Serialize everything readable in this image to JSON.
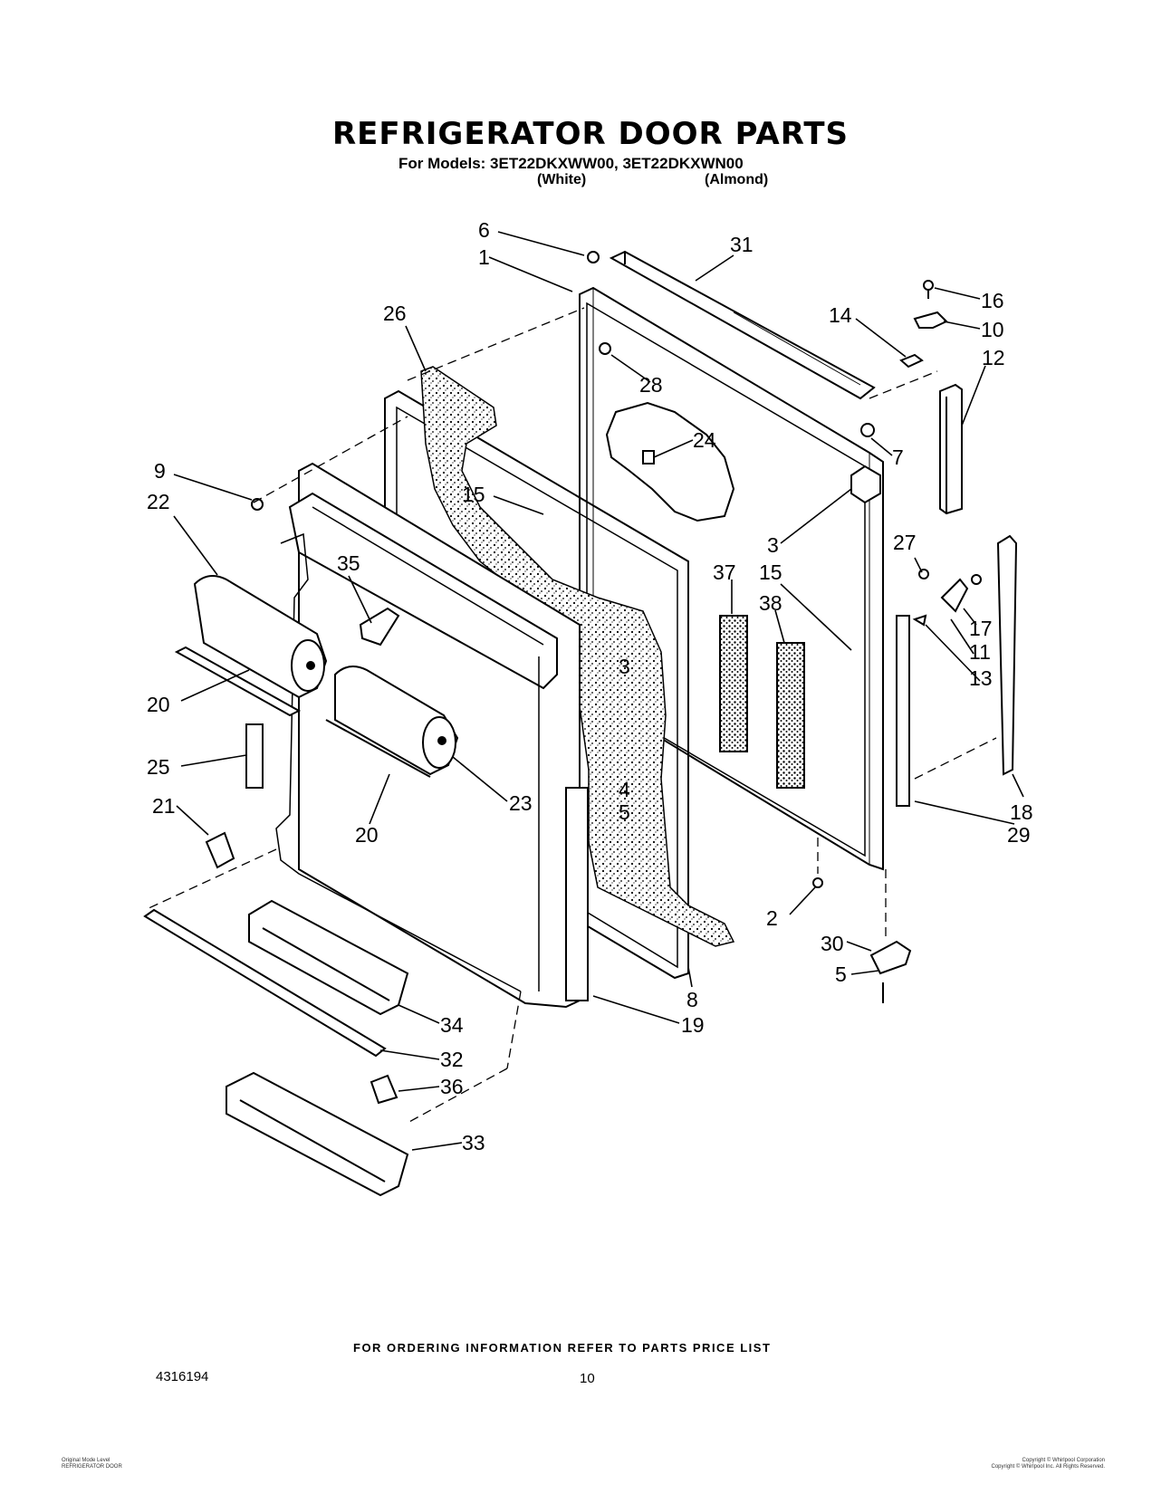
{
  "header": {
    "title": "REFRIGERATOR DOOR PARTS",
    "models": "For Models: 3ET22DKXWW00, 3ET22DKXWN00",
    "variant_white": "(White)",
    "variant_almond": "(Almond)"
  },
  "part_labels": [
    "6",
    "1",
    "31",
    "26",
    "16",
    "14",
    "10",
    "12",
    "28",
    "24",
    "7",
    "9",
    "22",
    "15",
    "3",
    "27",
    "35",
    "37",
    "15",
    "38",
    "17",
    "11",
    "13",
    "3",
    "4",
    "5",
    "20",
    "25",
    "23",
    "21",
    "20",
    "18",
    "29",
    "2",
    "30",
    "5",
    "8",
    "19",
    "34",
    "32",
    "36",
    "33"
  ],
  "footer": {
    "ordering_note": "FOR ORDERING INFORMATION REFER TO PARTS PRICE LIST",
    "document_number": "4316194",
    "page_number": "10",
    "fine_print_left": "Original Mode Level\nREFRIGERATOR DOOR",
    "fine_print_right": "Copyright © Whirlpool Corporation\nCopyright © Whirlpool Inc. All Rights Reserved."
  }
}
